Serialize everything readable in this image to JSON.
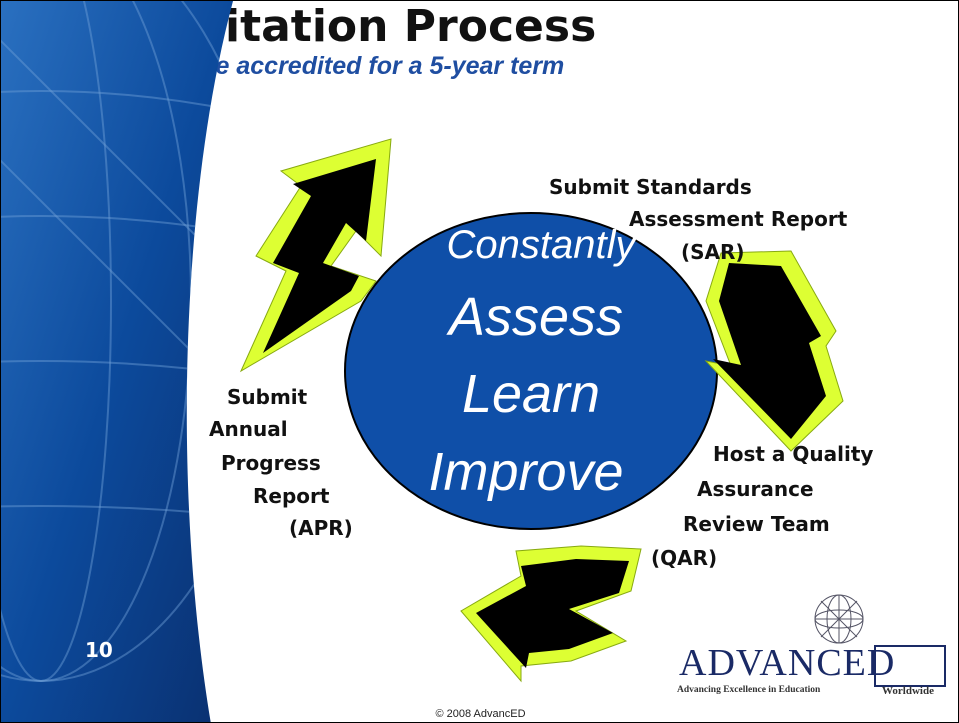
{
  "slide": {
    "title": "Accreditation Process",
    "subtitle": "Schools are accredited for a 5-year term",
    "page_number": "10",
    "copyright": "© 2008 AdvancED"
  },
  "circle": {
    "words": [
      "Constantly",
      "Assess",
      "Learn",
      "Improve"
    ],
    "color": "#0f4fa8"
  },
  "steps": {
    "sar": [
      "Submit Standards",
      "Assessment Report",
      "(SAR)"
    ],
    "qar": [
      "Host a Quality",
      "Assurance",
      "Review Team",
      "(QAR)"
    ],
    "apr": [
      "Submit",
      "Annual",
      "Progress",
      "Report",
      "(APR)"
    ]
  },
  "logo": {
    "name": "ADVANCED",
    "tagline": "Advancing Excellence in Education",
    "suffix": "Worldwide"
  },
  "colors": {
    "sidebar": "#0c3f8c",
    "arrow_fill": "#000000",
    "arrow_glow": "#ddff33"
  }
}
